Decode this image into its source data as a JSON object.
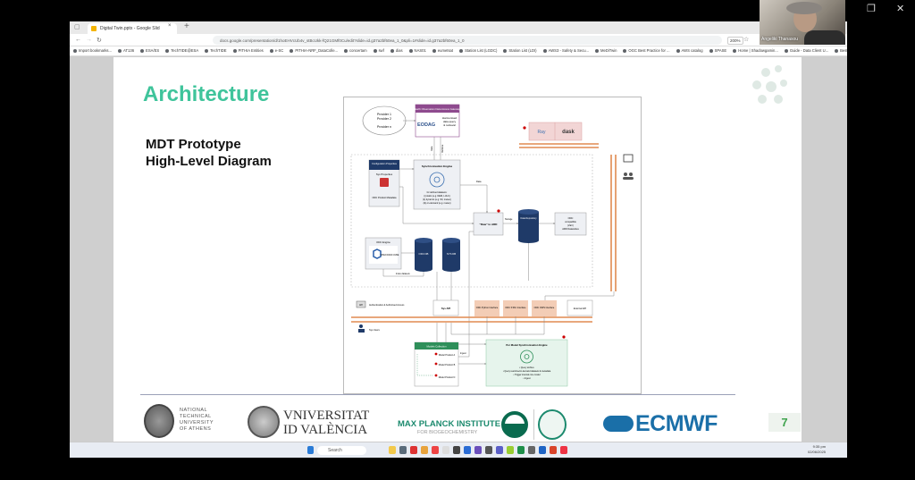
{
  "browser": {
    "tab_title": "Digital Twin.pptx - Google Slid",
    "url": "docs.google.com/presentation/d/1hoEHVcUb4v_stBcUkk-fQ21GMf0Cu/edit?slide=id.g37a2bf60ea_1_0&pli=1#slide=id.g37a2bf60ea_1_0",
    "zoom": "200%",
    "bookmarks": [
      "Import bookmarks...",
      "AT136",
      "ESA/ES",
      "TechTIDE@ESA",
      "TechTIDE",
      "PITHIA Entities",
      "e-SC",
      "PITHIA-NRF_DataColle...",
      "concertam",
      "swf",
      "dias",
      "NAS01",
      "eumetsat",
      "Station List (LGDC)",
      "Station List (LDI)",
      "AWS3 - Safety & Secu...",
      "MeDiTwin",
      "OGC Best Practice for ...",
      "AWS catalog",
      "SPASE",
      "Home | Shadowgamin...",
      "Guide - Data Client U...",
      "Best Ryzen Motherbo..."
    ]
  },
  "slide": {
    "title": "Architecture",
    "subtitle_1": "MDT Prototype",
    "subtitle_2": "High-Level Diagram",
    "page_number": "7",
    "diagram": {
      "providers": [
        "Provider 1",
        "Provider 2",
        "Provider n"
      ],
      "eodag_header": "Earth Observation Data Access Gateway",
      "eodag_logo": "EODAG",
      "eodag_text": [
        "Harmonised",
        "data query",
        "& retrieval"
      ],
      "ray": "Ray",
      "dask": "dask",
      "config_header": "Configuration Properties",
      "sys_properties": "Sys Properties",
      "odc_product_metadata": "ODC Product Metadata",
      "sync_engine": "Synchronisation Engine",
      "sync_text": [
        "for defined datasets:",
        "(i) static (e.g. DEM, LULC)",
        "(ii) dynamic (e.g. S3, meteo)",
        "(iii) on-demand (e.g. meteo)"
      ],
      "data": "Data",
      "retrieve": "Retrieve",
      "raw_to_ard": "\"Raw\" to ARD",
      "storage": "Storage",
      "data_repository": "Data Repository",
      "odc_ard": [
        "ODC",
        "compatible",
        "(Zarr)",
        "ARD Datacubes"
      ],
      "odc_engine": "ODC Engine",
      "open_data_cube": "OPEN DATA CUBE",
      "odc_db": "ODC DB",
      "sys_db": "SYS DB",
      "index_datasets": "Index datasets",
      "auth": "Authentication & Authorised Access",
      "api_icon": "API",
      "sys_api": "Sys API",
      "odc_python": "ODC Python Interface",
      "odc_stac": "ODC STAC Interface",
      "odc_ows": "ODC OWS Interface",
      "external_api": "External API",
      "sys_users": "Sys Users",
      "models_collection": "Models Collection",
      "models": [
        "Model Product A",
        "Model Product B",
        "Model Product N"
      ],
      "ingest": "Ingest",
      "per_model_engine": "Per Model Synchronisation Engine",
      "per_model_bullets": [
        "• Query archive",
        "• Query real-time/on-demand datasets & metadata",
        "• Trigger internal core model",
        "• Ingest"
      ]
    },
    "logos": {
      "ntua": [
        "NATIONAL",
        "TECHNICAL",
        "UNIVERSITY",
        "OF ATHENS"
      ],
      "uv_1": "VNIVERSITAT",
      "uv_2": "ID VALÈNCIA",
      "mpi_1": "MAX PLANCK INSTITUTE",
      "mpi_2": "FOR BIOGEOCHEMISTRY",
      "ecmwf": "ECMWF"
    }
  },
  "taskbar": {
    "search": "Search",
    "time": "9:35 pm",
    "date": "02/06/2025"
  },
  "video": {
    "participant": "Angeliki Thanasou"
  },
  "colors": {
    "accent": "#3fc49b",
    "orange": "#e08a50",
    "navy": "#1f3a68",
    "ecmwf": "#1a6fa8"
  }
}
